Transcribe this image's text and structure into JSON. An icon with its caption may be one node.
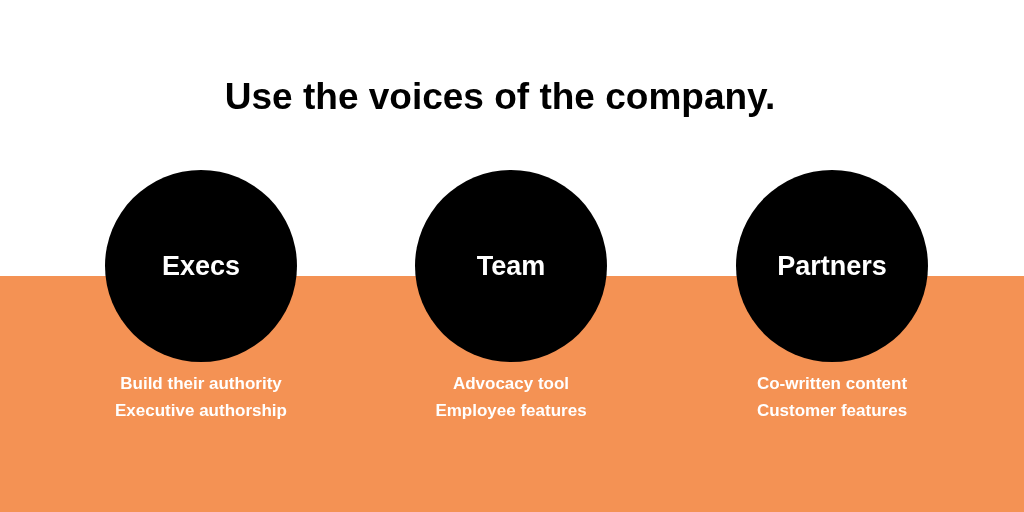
{
  "diagram": {
    "title": "Use the voices of the company.",
    "nodes": [
      {
        "text": [
          "Execs"
        ],
        "beside": [
          "Build their authority",
          "Executive authorship"
        ]
      },
      {
        "text": [
          "Team"
        ],
        "beside": [
          "Advocacy tool",
          "Employee features"
        ]
      },
      {
        "text": [
          "Partners"
        ],
        "beside": [
          "Co-written content",
          "Customer features"
        ]
      }
    ]
  }
}
